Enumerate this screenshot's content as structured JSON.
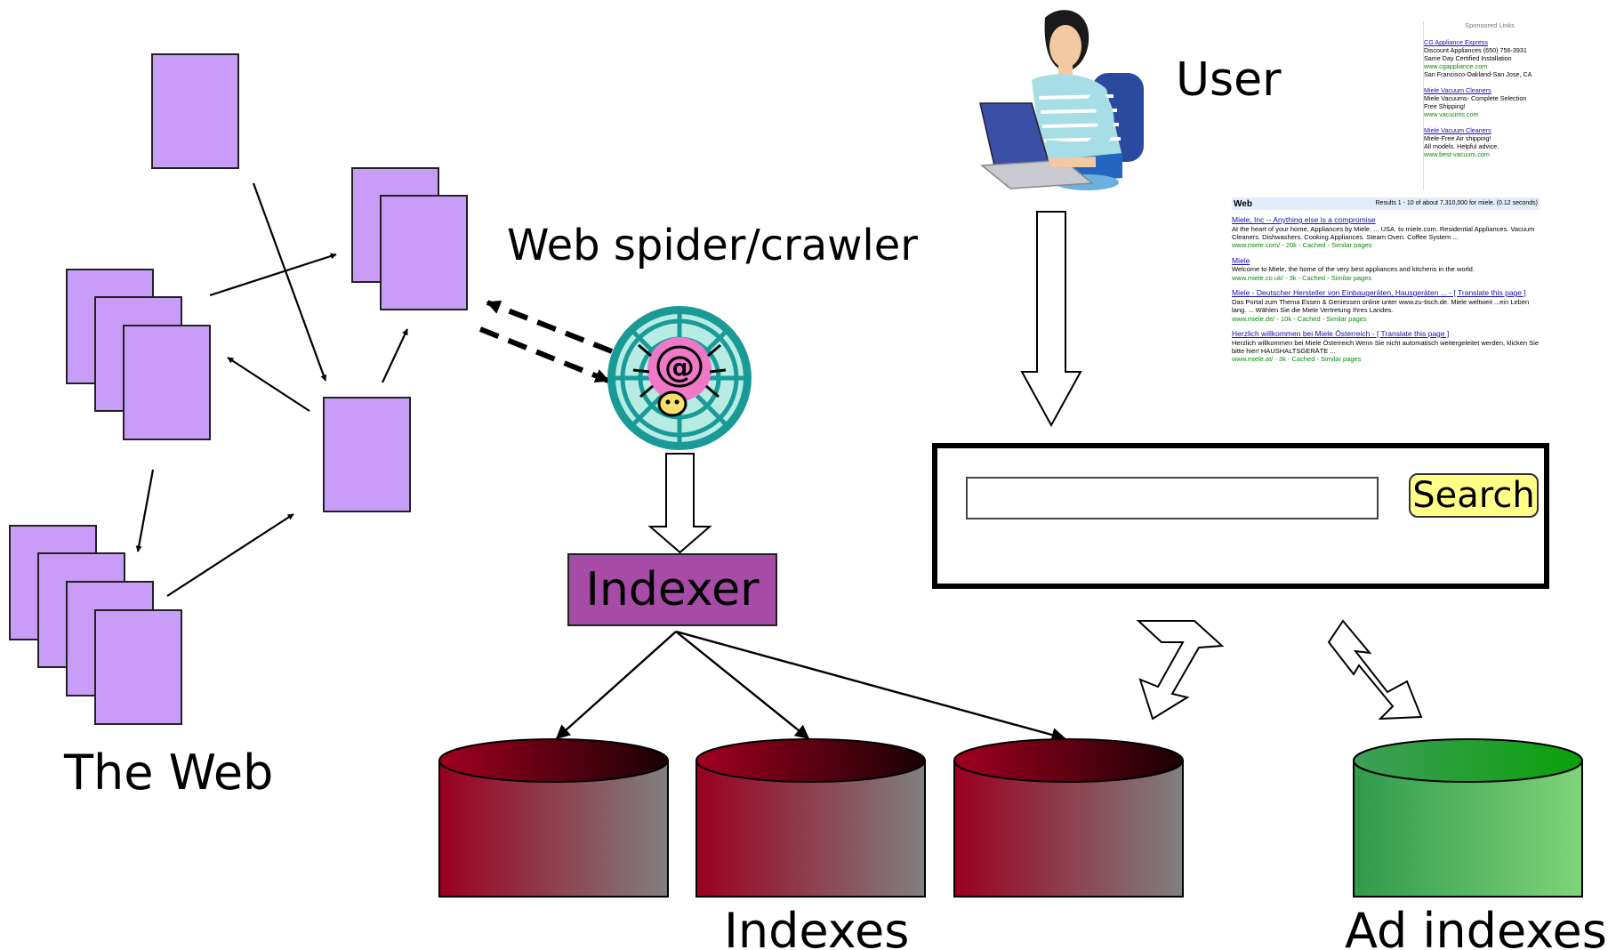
{
  "labels": {
    "the_web": "The Web",
    "spider": "Web spider/crawler",
    "indexer": "Indexer",
    "user": "User",
    "indexes": "Indexes",
    "ad_indexes": "Ad indexes"
  },
  "search": {
    "button_label": "Search",
    "input_value": ""
  },
  "serp": {
    "heading": "Web",
    "stats": "Results 1 - 10 of about 7,310,000 for miele. (0.12 seconds)",
    "results": [
      {
        "title": "Miele, Inc -- Anything else is a compromise",
        "snippet": "At the heart of your home, Appliances by Miele. ... USA. to miele.com. Residential Appliances. Vacuum Cleaners. Dishwashers. Cooking Appliances. Steam Oven. Coffee System ...",
        "url": "www.miele.com/ - 20k - Cached - Similar pages"
      },
      {
        "title": "Miele",
        "snippet": "Welcome to Miele, the home of the very best appliances and kitchens in the world.",
        "url": "www.miele.co.uk/ - 3k - Cached - Similar pages"
      },
      {
        "title": "Miele - Deutscher Hersteller von Einbaugeräten, Hausgeräten ... - [ Translate this page ]",
        "snippet": "Das Portal zum Thema Essen & Geniessen online unter www.zu-tisch.de. Miele weltweit ...ein Leben lang. ... Wählen Sie die Miele Vertretung Ihres Landes.",
        "url": "www.miele.de/ - 10k - Cached - Similar pages"
      },
      {
        "title": "Herzlich willkommen bei Miele Österreich - [ Translate this page ]",
        "snippet": "Herzlich willkommen bei Miele Österreich Wenn Sie nicht automatisch weitergeleitet werden, klicken Sie bitte hier! HAUSHALTSGERÄTE ...",
        "url": "www.miele.at/ - 3k - Cached - Similar pages"
      }
    ]
  },
  "sponsored": {
    "heading": "Sponsored Links",
    "ads": [
      {
        "title": "CG Appliance Express",
        "lines": [
          "Discount Appliances (650) 756-3931",
          "Same Day Certified Installation"
        ],
        "url": "www.cgappliance.com",
        "extra": "San Francisco-Oakland-San Jose, CA"
      },
      {
        "title": "Miele Vacuum Cleaners",
        "lines": [
          "Miele Vacuums- Complete Selection",
          "Free Shipping!"
        ],
        "url": "www.vacuums.com",
        "extra": ""
      },
      {
        "title": "Miele Vacuum Cleaners",
        "lines": [
          "Miele-Free Air shipping!",
          "All models. Helpful advice."
        ],
        "url": "www.best-vacuum.com",
        "extra": ""
      }
    ]
  },
  "icons": {
    "spider": "spider-web-icon",
    "user": "user-at-laptop-icon"
  },
  "colors": {
    "page": "#c89cf7",
    "indexer": "#a64ca6",
    "index_cylinder": "#9a0020",
    "ad_cylinder": "#1aa81a",
    "search_button": "#ffff88"
  }
}
